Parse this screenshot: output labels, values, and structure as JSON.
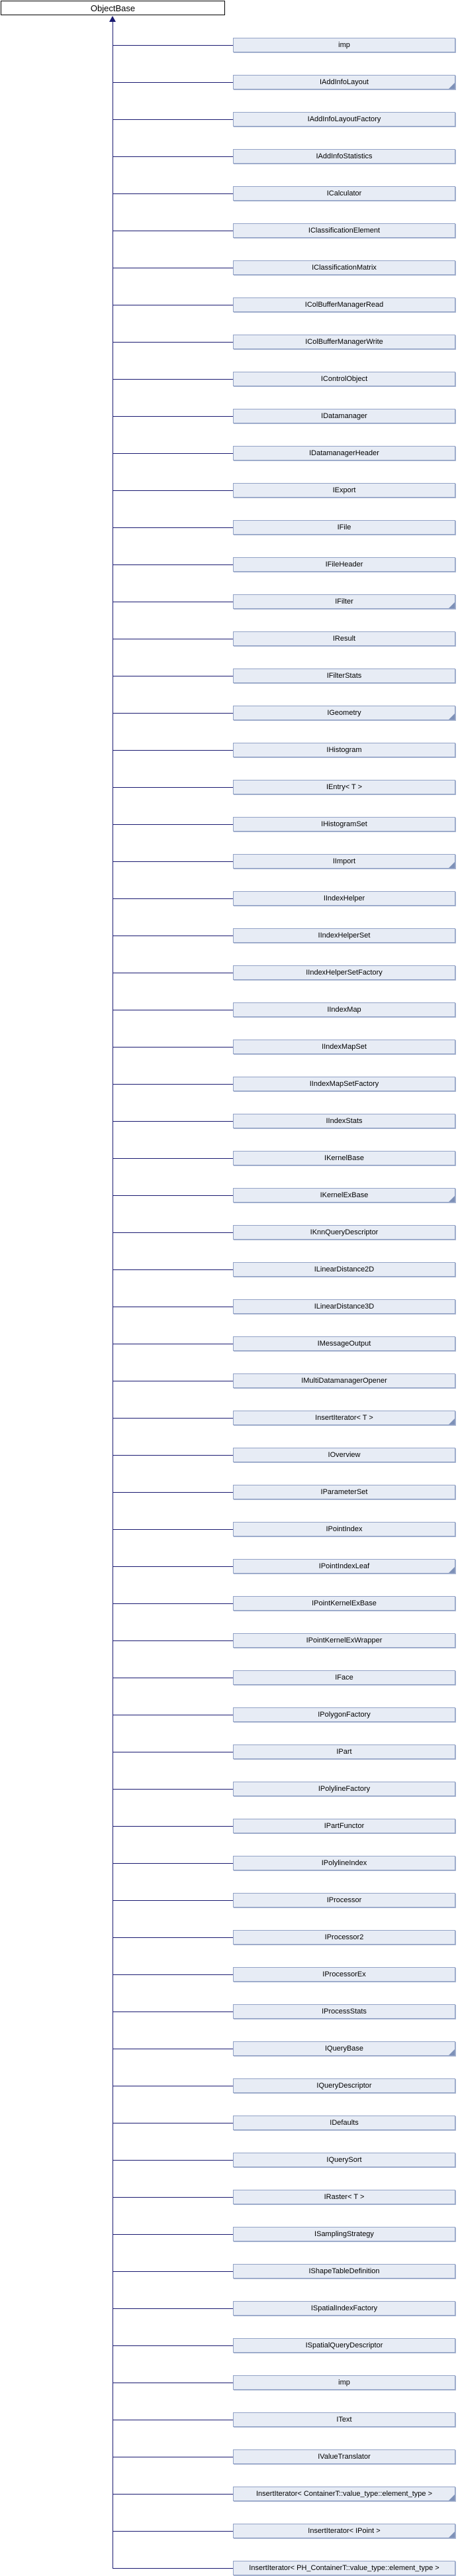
{
  "diagram": {
    "title": "inheritance-graph",
    "root": {
      "label": "ObjectBase"
    },
    "children": [
      {
        "label": "imp",
        "has_descendants": false
      },
      {
        "label": "IAddInfoLayout",
        "has_descendants": true
      },
      {
        "label": "IAddInfoLayoutFactory",
        "has_descendants": false
      },
      {
        "label": "IAddInfoStatistics",
        "has_descendants": false
      },
      {
        "label": "ICalculator",
        "has_descendants": false
      },
      {
        "label": "IClassificationElement",
        "has_descendants": false
      },
      {
        "label": "IClassificationMatrix",
        "has_descendants": false
      },
      {
        "label": "IColBufferManagerRead",
        "has_descendants": false
      },
      {
        "label": "IColBufferManagerWrite",
        "has_descendants": false
      },
      {
        "label": "IControlObject",
        "has_descendants": false
      },
      {
        "label": "IDatamanager",
        "has_descendants": false
      },
      {
        "label": "IDatamanagerHeader",
        "has_descendants": false
      },
      {
        "label": "IExport",
        "has_descendants": false
      },
      {
        "label": "IFile",
        "has_descendants": false
      },
      {
        "label": "IFileHeader",
        "has_descendants": false
      },
      {
        "label": "IFilter",
        "has_descendants": true
      },
      {
        "label": "IResult",
        "has_descendants": false
      },
      {
        "label": "IFilterStats",
        "has_descendants": false
      },
      {
        "label": "IGeometry",
        "has_descendants": true
      },
      {
        "label": "IHistogram",
        "has_descendants": false
      },
      {
        "label": "IEntry< T >",
        "has_descendants": false
      },
      {
        "label": "IHistogramSet",
        "has_descendants": false
      },
      {
        "label": "IImport",
        "has_descendants": true
      },
      {
        "label": "IIndexHelper",
        "has_descendants": false
      },
      {
        "label": "IIndexHelperSet",
        "has_descendants": false
      },
      {
        "label": "IIndexHelperSetFactory",
        "has_descendants": false
      },
      {
        "label": "IIndexMap",
        "has_descendants": false
      },
      {
        "label": "IIndexMapSet",
        "has_descendants": false
      },
      {
        "label": "IIndexMapSetFactory",
        "has_descendants": false
      },
      {
        "label": "IIndexStats",
        "has_descendants": false
      },
      {
        "label": "IKernelBase",
        "has_descendants": false
      },
      {
        "label": "IKernelExBase",
        "has_descendants": true
      },
      {
        "label": "IKnnQueryDescriptor",
        "has_descendants": false
      },
      {
        "label": "ILinearDistance2D",
        "has_descendants": false
      },
      {
        "label": "ILinearDistance3D",
        "has_descendants": false
      },
      {
        "label": "IMessageOutput",
        "has_descendants": false
      },
      {
        "label": "IMultiDatamanagerOpener",
        "has_descendants": false
      },
      {
        "label": "InsertIterator< T >",
        "has_descendants": true
      },
      {
        "label": "IOverview",
        "has_descendants": false
      },
      {
        "label": "IParameterSet",
        "has_descendants": false
      },
      {
        "label": "IPointIndex",
        "has_descendants": false
      },
      {
        "label": "IPointIndexLeaf",
        "has_descendants": true
      },
      {
        "label": "IPointKernelExBase",
        "has_descendants": false
      },
      {
        "label": "IPointKernelExWrapper",
        "has_descendants": false
      },
      {
        "label": "IFace",
        "has_descendants": false
      },
      {
        "label": "IPolygonFactory",
        "has_descendants": false
      },
      {
        "label": "IPart",
        "has_descendants": false
      },
      {
        "label": "IPolylineFactory",
        "has_descendants": false
      },
      {
        "label": "IPartFunctor",
        "has_descendants": false
      },
      {
        "label": "IPolylineIndex",
        "has_descendants": false
      },
      {
        "label": "IProcessor",
        "has_descendants": false
      },
      {
        "label": "IProcessor2",
        "has_descendants": false
      },
      {
        "label": "IProcessorEx",
        "has_descendants": false
      },
      {
        "label": "IProcessStats",
        "has_descendants": false
      },
      {
        "label": "IQueryBase",
        "has_descendants": true
      },
      {
        "label": "IQueryDescriptor",
        "has_descendants": false
      },
      {
        "label": "IDefaults",
        "has_descendants": false
      },
      {
        "label": "IQuerySort",
        "has_descendants": false
      },
      {
        "label": "IRaster< T >",
        "has_descendants": false
      },
      {
        "label": "ISamplingStrategy",
        "has_descendants": false
      },
      {
        "label": "IShapeTableDefinition",
        "has_descendants": false
      },
      {
        "label": "ISpatialIndexFactory",
        "has_descendants": false
      },
      {
        "label": "ISpatialQueryDescriptor",
        "has_descendants": false
      },
      {
        "label": "imp",
        "has_descendants": false
      },
      {
        "label": "IText",
        "has_descendants": false
      },
      {
        "label": "IValueTranslator",
        "has_descendants": false
      },
      {
        "label": "InsertIterator< ContainerT::value_type::element_type >",
        "has_descendants": true
      },
      {
        "label": "InsertIterator< IPoint >",
        "has_descendants": true
      },
      {
        "label": "InsertIterator< PH_ContainerT::value_type::element_type >",
        "has_descendants": false
      }
    ],
    "colors": {
      "node_fill": "#e7ecf5",
      "node_border": "#92a2c6",
      "corner_marker": "#7e91b8",
      "edge": "#191970",
      "root_fill": "#ffffff",
      "root_border": "#000000",
      "text": "#000000"
    }
  }
}
